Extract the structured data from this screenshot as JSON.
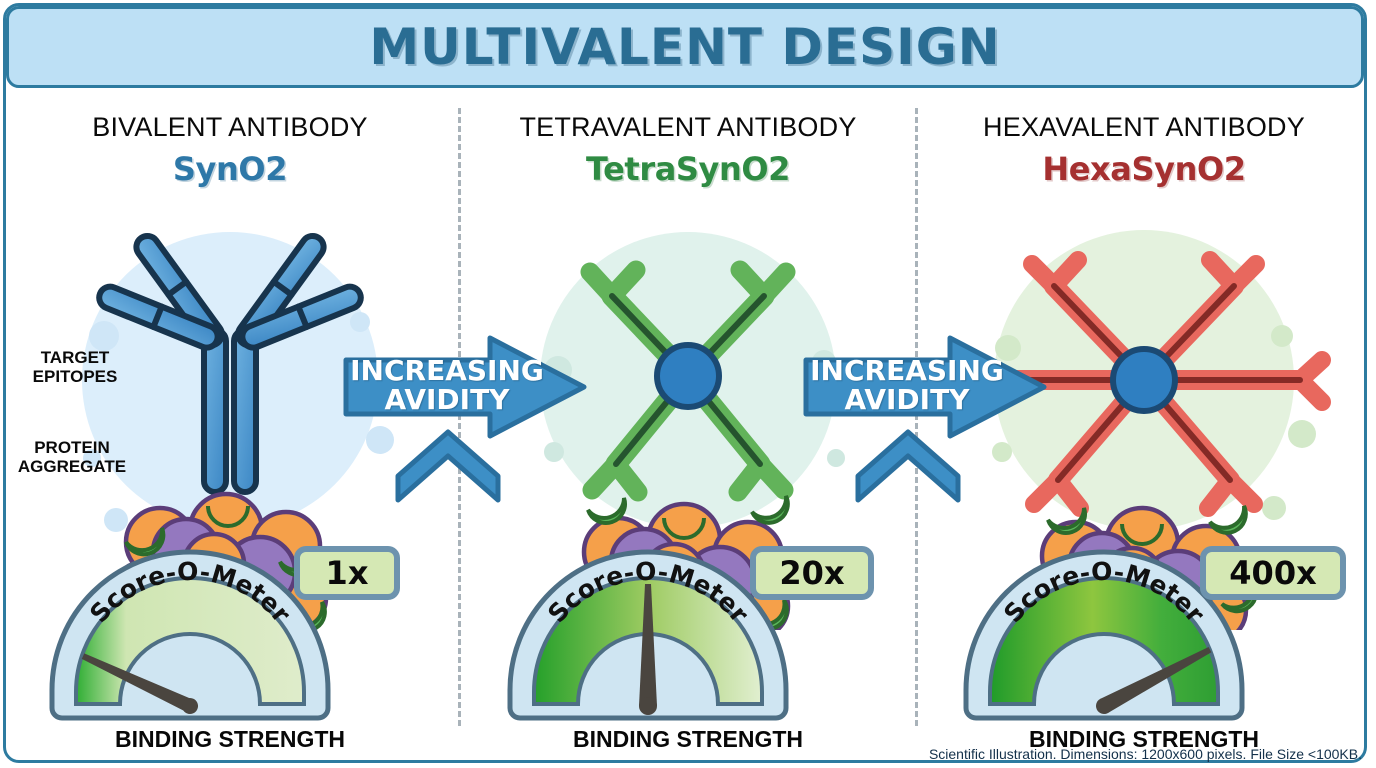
{
  "banner": {
    "title": "MULTIVALENT DESIGN"
  },
  "footer": {
    "note": "Scientific Illustration. Dimensions: 1200x600 pixels. File Size <100KB."
  },
  "annotations": {
    "target_epitopes_line1": "TARGET",
    "target_epitopes_line2": "EPITOPES",
    "protein_aggregate_line1": "PROTEIN",
    "protein_aggregate_line2": "AGGREGATE"
  },
  "arrows": [
    {
      "line1": "INCREASING",
      "line2": "AVIDITY"
    },
    {
      "line1": "INCREASING",
      "line2": "AVIDITY"
    }
  ],
  "columns": [
    {
      "header": "BIVALENT ANTIBODY",
      "name": "SynO2",
      "accent": "#2e78a8",
      "arm_color": "#4e9ad4",
      "halo": "#dceefb",
      "valency": 2,
      "gauge": {
        "meter_label": "Score-O-Meter",
        "badge": "1x",
        "caption": "BINDING STRENGTH",
        "needle_angle_deg": -155,
        "fill_fraction": 0.06
      }
    },
    {
      "header": "TETRAVALENT ANTIBODY",
      "name": "TetraSynO2",
      "accent": "#2f8b43",
      "arm_color": "#62b35a",
      "halo": "#e0f2ec",
      "valency": 4,
      "gauge": {
        "meter_label": "Score-O-Meter",
        "badge": "20x",
        "caption": "BINDING STRENGTH",
        "needle_angle_deg": -90,
        "fill_fraction": 0.5
      }
    },
    {
      "header": "HEXAVALENT ANTIBODY",
      "name": "HexaSynO2",
      "accent": "#a53030",
      "arm_color": "#e8685e",
      "halo": "#e4f2de",
      "valency": 6,
      "gauge": {
        "meter_label": "Score-O-Meter",
        "badge": "400x",
        "caption": "BINDING STRENGTH",
        "needle_angle_deg": -28,
        "fill_fraction": 0.94
      }
    }
  ],
  "palette": {
    "frame_border": "#2d7ba0",
    "banner_bg": "#bde0f5",
    "title_text": "#2a6d93",
    "arrow_blue": "#3d8fc6",
    "arrow_blue_dark": "#2a6f9e",
    "divider": "#a9b3ba",
    "aggregate_purple": "#9478bf",
    "aggregate_orange": "#f5a04a",
    "epitope_green": "#5cb85c",
    "hub_blue": "#2f7fc1",
    "gauge_face": "#cfe5f2",
    "gauge_green_hot": "#3fae3a",
    "gauge_green_pale": "#dcecc2",
    "badge_fill": "#d5e8b4",
    "badge_border": "#6d93ae",
    "needle": "#4a453f"
  }
}
